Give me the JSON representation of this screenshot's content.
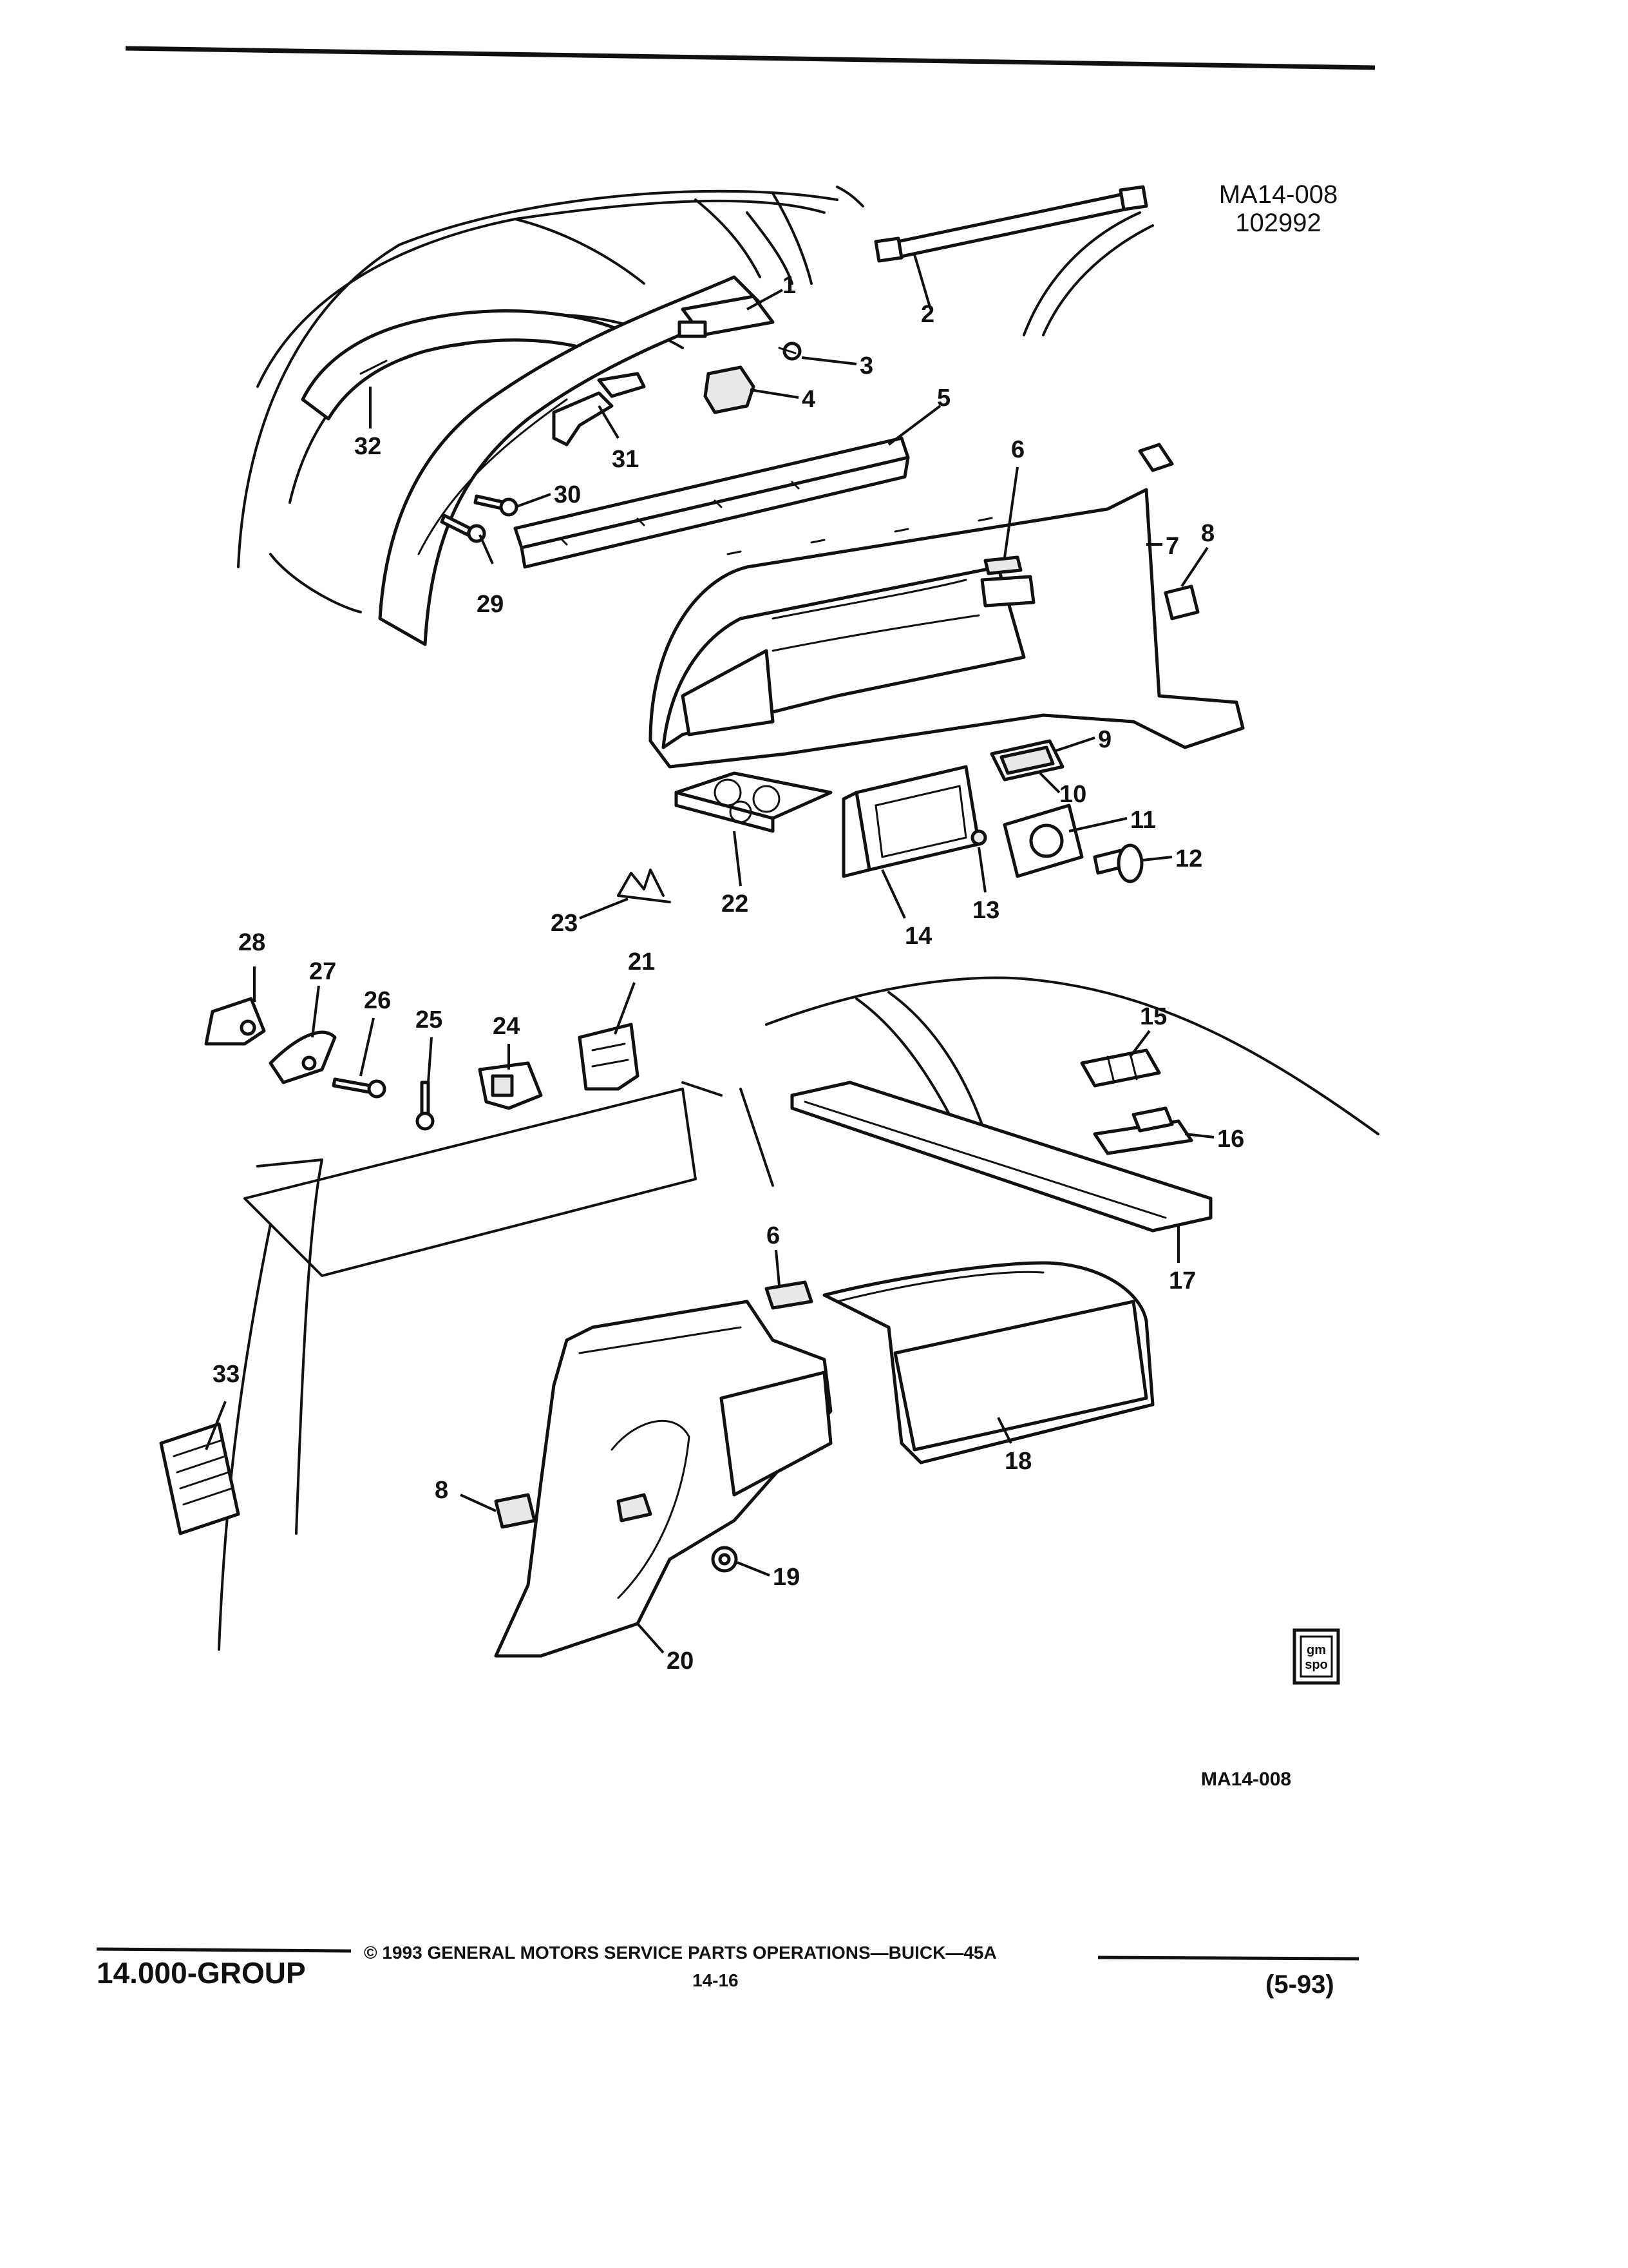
{
  "header": {
    "ref_code": "MA14-008",
    "ref_date": "102992"
  },
  "callouts": [
    {
      "id": "c1",
      "label": "1"
    },
    {
      "id": "c2",
      "label": "2"
    },
    {
      "id": "c3",
      "label": "3"
    },
    {
      "id": "c4",
      "label": "4"
    },
    {
      "id": "c5",
      "label": "5"
    },
    {
      "id": "c6a",
      "label": "6"
    },
    {
      "id": "c7",
      "label": "7"
    },
    {
      "id": "c8a",
      "label": "8"
    },
    {
      "id": "c9",
      "label": "9"
    },
    {
      "id": "c10",
      "label": "10"
    },
    {
      "id": "c11",
      "label": "11"
    },
    {
      "id": "c12",
      "label": "12"
    },
    {
      "id": "c13",
      "label": "13"
    },
    {
      "id": "c14",
      "label": "14"
    },
    {
      "id": "c15",
      "label": "15"
    },
    {
      "id": "c16",
      "label": "16"
    },
    {
      "id": "c17",
      "label": "17"
    },
    {
      "id": "c18",
      "label": "18"
    },
    {
      "id": "c19",
      "label": "19"
    },
    {
      "id": "c20",
      "label": "20"
    },
    {
      "id": "c21",
      "label": "21"
    },
    {
      "id": "c22",
      "label": "22"
    },
    {
      "id": "c23",
      "label": "23"
    },
    {
      "id": "c24",
      "label": "24"
    },
    {
      "id": "c25",
      "label": "25"
    },
    {
      "id": "c26",
      "label": "26"
    },
    {
      "id": "c27",
      "label": "27"
    },
    {
      "id": "c28",
      "label": "28"
    },
    {
      "id": "c29",
      "label": "29"
    },
    {
      "id": "c30",
      "label": "30"
    },
    {
      "id": "c31",
      "label": "31"
    },
    {
      "id": "c32",
      "label": "32"
    },
    {
      "id": "c33",
      "label": "33"
    },
    {
      "id": "c6b",
      "label": "6"
    },
    {
      "id": "c8b",
      "label": "8"
    }
  ],
  "badge": {
    "line1": "gm",
    "line2": "spo"
  },
  "figure_code": "MA14-008",
  "footer": {
    "group": "14.000-GROUP",
    "copyright": "© 1993 GENERAL MOTORS SERVICE PARTS OPERATIONS—BUICK—45A",
    "page": "14-16",
    "revision": "(5-93)"
  }
}
